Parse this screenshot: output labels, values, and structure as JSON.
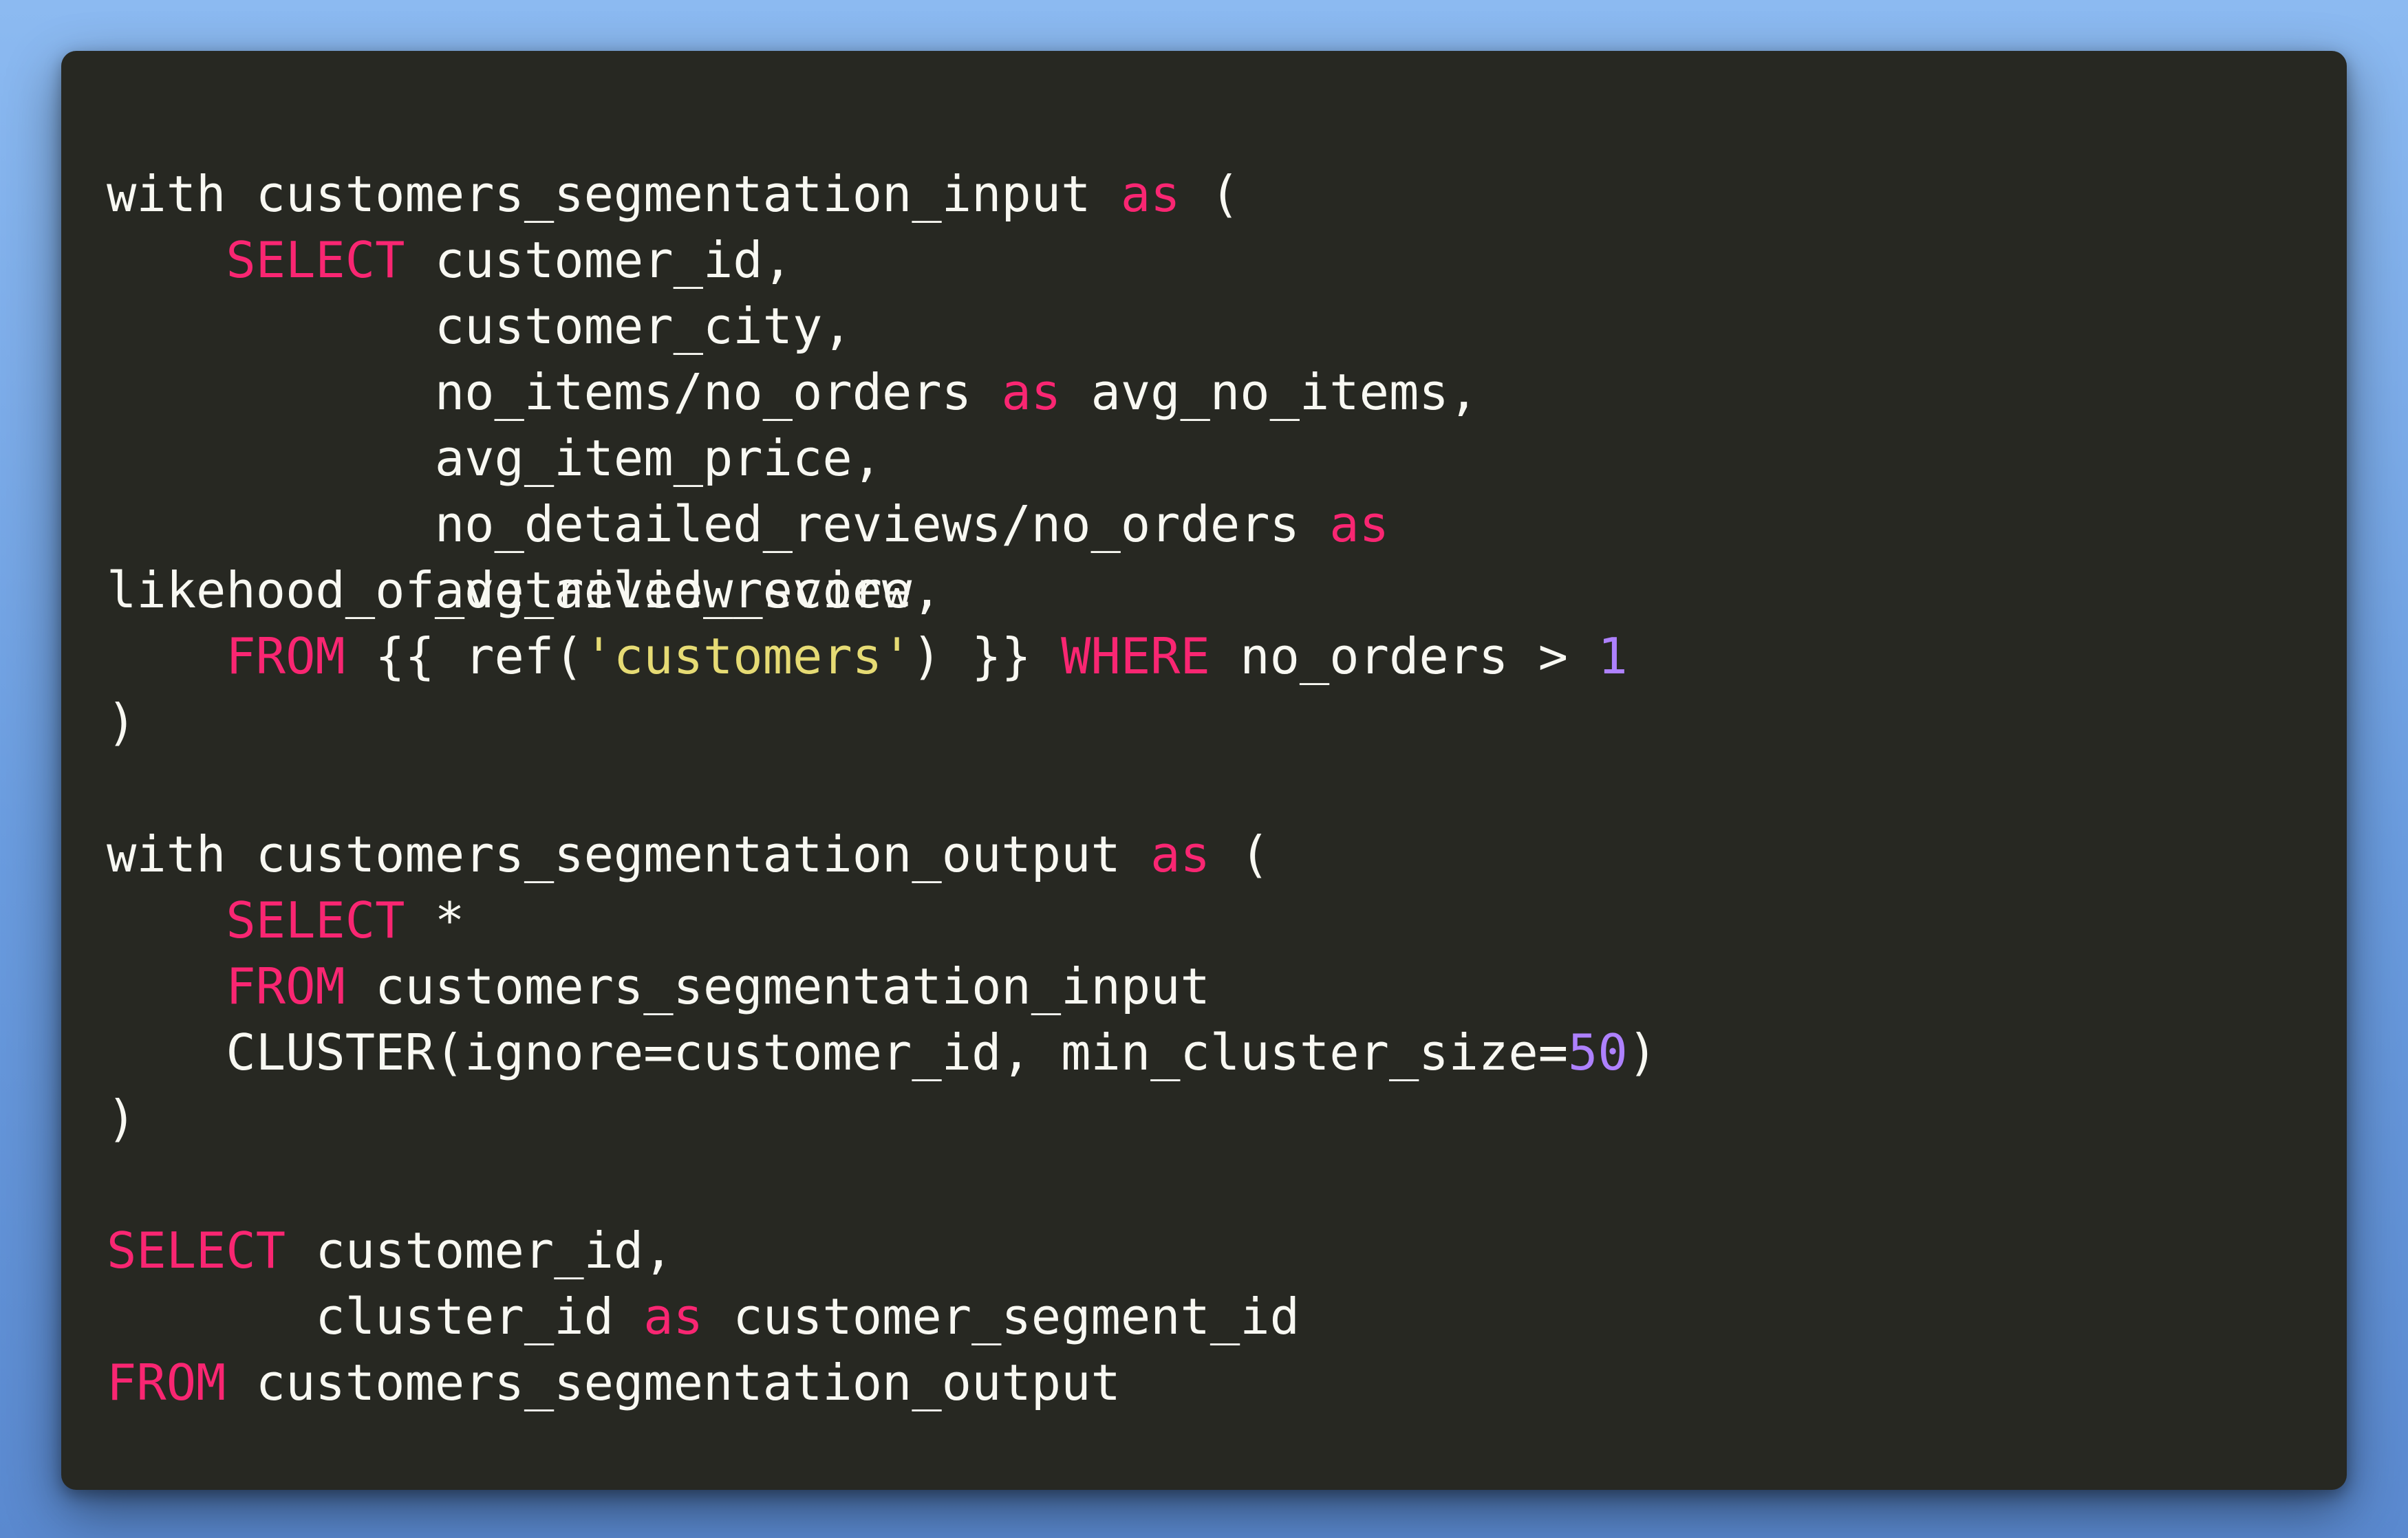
{
  "editor": {
    "theme_colors": {
      "background": "#272822",
      "text": "#f8f8f2",
      "keyword": "#f92672",
      "string": "#e6db74",
      "number": "#ae81ff",
      "page_background": "#7aa9e8"
    },
    "lines": [
      [
        {
          "t": "with customers_segmentation_input ",
          "c": "txt"
        },
        {
          "t": "as",
          "c": "kw"
        },
        {
          "t": " (",
          "c": "txt"
        }
      ],
      [
        {
          "t": "    ",
          "c": "txt"
        },
        {
          "t": "SELECT",
          "c": "kw"
        },
        {
          "t": " customer_id,",
          "c": "txt"
        }
      ],
      [
        {
          "t": "           customer_city,",
          "c": "txt"
        }
      ],
      [
        {
          "t": "           no_items/no_orders ",
          "c": "txt"
        },
        {
          "t": "as",
          "c": "kw"
        },
        {
          "t": " avg_no_items,",
          "c": "txt"
        }
      ],
      [
        {
          "t": "           avg_item_price,",
          "c": "txt"
        }
      ],
      [
        {
          "t": "           no_detailed_reviews/no_orders ",
          "c": "txt"
        },
        {
          "t": "as",
          "c": "kw"
        }
      ],
      [
        {
          "t": "likehood_of_detailed_review,",
          "c": "txt"
        }
      ],
      [
        {
          "t": "    ",
          "c": "txt"
        },
        {
          "t": "FROM",
          "c": "kw"
        },
        {
          "t": " {{ ref(",
          "c": "txt"
        },
        {
          "t": "'customers'",
          "c": "str"
        },
        {
          "t": ") }} ",
          "c": "txt"
        },
        {
          "t": "WHERE",
          "c": "kw"
        },
        {
          "t": " no_orders > ",
          "c": "txt"
        },
        {
          "t": "1",
          "c": "num"
        }
      ],
      [
        {
          "t": ")",
          "c": "txt"
        }
      ],
      [],
      [
        {
          "t": "with customers_segmentation_output ",
          "c": "txt"
        },
        {
          "t": "as",
          "c": "kw"
        },
        {
          "t": " (",
          "c": "txt"
        }
      ],
      [
        {
          "t": "    ",
          "c": "txt"
        },
        {
          "t": "SELECT",
          "c": "kw"
        },
        {
          "t": " *",
          "c": "txt"
        }
      ],
      [
        {
          "t": "    ",
          "c": "txt"
        },
        {
          "t": "FROM",
          "c": "kw"
        },
        {
          "t": " customers_segmentation_input",
          "c": "txt"
        }
      ],
      [
        {
          "t": "    CLUSTER(ignore=customer_id, min_cluster_size=",
          "c": "txt"
        },
        {
          "t": "50",
          "c": "num"
        },
        {
          "t": ")",
          "c": "txt"
        }
      ],
      [
        {
          "t": ")",
          "c": "txt"
        }
      ],
      [],
      [
        {
          "t": "SELECT",
          "c": "kw"
        },
        {
          "t": " customer_id,",
          "c": "txt"
        }
      ],
      [
        {
          "t": "       cluster_id ",
          "c": "txt"
        },
        {
          "t": "as",
          "c": "kw"
        },
        {
          "t": " customer_segment_id",
          "c": "txt"
        }
      ],
      [
        {
          "t": "FROM",
          "c": "kw"
        },
        {
          "t": " customers_segmentation_output",
          "c": "txt"
        }
      ]
    ],
    "overlap_line": [
      {
        "t": "           avg_review_score,",
        "c": "txt"
      }
    ]
  }
}
